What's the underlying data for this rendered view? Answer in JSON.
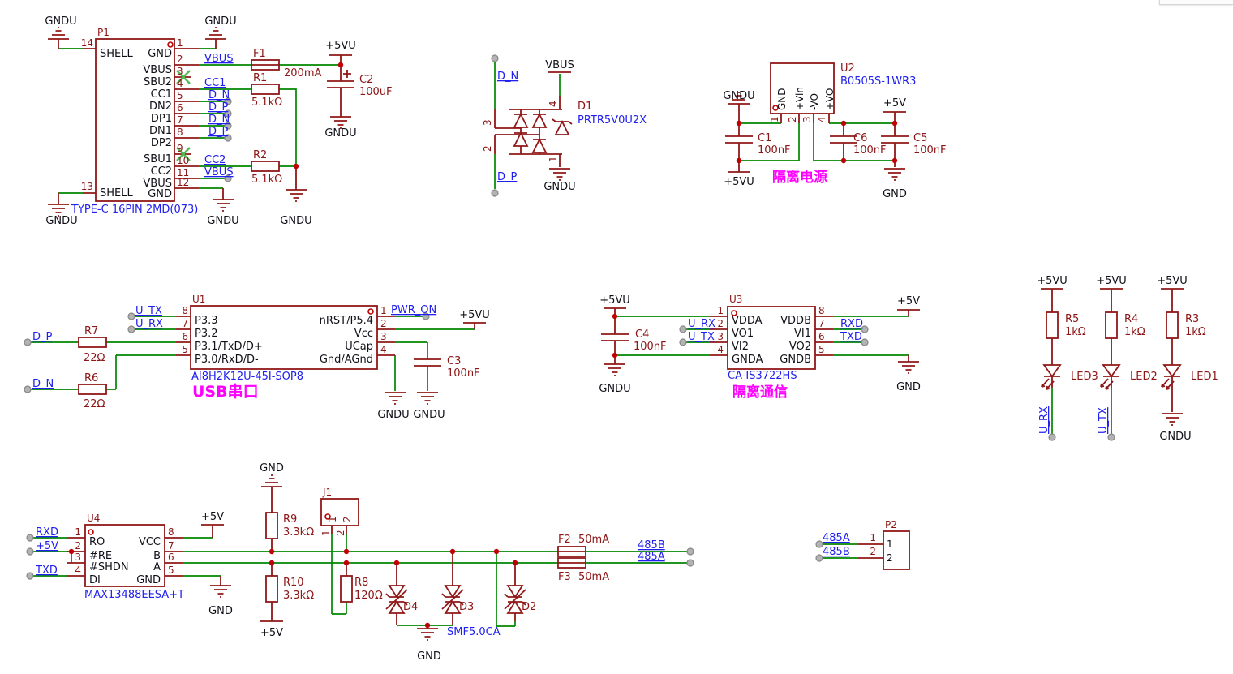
{
  "power": {
    "gndu": "GNDU",
    "gnd": "GND",
    "v5u": "+5VU",
    "v5": "+5V",
    "vbus": "VBUS"
  },
  "nets": {
    "vbus": "VBUS",
    "cc1": "CC1",
    "cc2": "CC2",
    "dn": "D_N",
    "dp": "D_P",
    "utx": "U_TX",
    "urx": "U_RX",
    "rxd": "RXD",
    "txd": "TXD",
    "pwron": "PWR_ON",
    "a485": "485A",
    "b485": "485B"
  },
  "p1": {
    "ref": "P1",
    "part": "TYPE-C 16PIN 2MD(073)",
    "shell": "SHELL",
    "n14": "14",
    "n13": "13",
    "pins": [
      {
        "n": "1",
        "name": "GND"
      },
      {
        "n": "2",
        "name": "VBUS"
      },
      {
        "n": "3",
        "name": "SBU2"
      },
      {
        "n": "4",
        "name": "CC1"
      },
      {
        "n": "5",
        "name": "DN2"
      },
      {
        "n": "6",
        "name": "DP1"
      },
      {
        "n": "7",
        "name": "DN1"
      },
      {
        "n": "8",
        "name": "DP2"
      },
      {
        "n": "9",
        "name": "SBU1"
      },
      {
        "n": "10",
        "name": "CC2"
      },
      {
        "n": "11",
        "name": "VBUS"
      },
      {
        "n": "12",
        "name": "GND"
      }
    ]
  },
  "f1": {
    "ref": "F1",
    "val": "200mA"
  },
  "f2": {
    "ref": "F2",
    "val": "50mA"
  },
  "f3": {
    "ref": "F3",
    "val": "50mA"
  },
  "r1": {
    "ref": "R1",
    "val": "5.1kΩ"
  },
  "r2": {
    "ref": "R2",
    "val": "5.1kΩ"
  },
  "r3": {
    "ref": "R3",
    "val": "1kΩ"
  },
  "r4": {
    "ref": "R4",
    "val": "1kΩ"
  },
  "r5": {
    "ref": "R5",
    "val": "1kΩ"
  },
  "r6": {
    "ref": "R6",
    "val": "22Ω"
  },
  "r7": {
    "ref": "R7",
    "val": "22Ω"
  },
  "r8": {
    "ref": "R8",
    "val": "120Ω"
  },
  "r9": {
    "ref": "R9",
    "val": "3.3kΩ"
  },
  "r10": {
    "ref": "R10",
    "val": "3.3kΩ"
  },
  "c1": {
    "ref": "C1",
    "val": "100nF"
  },
  "c2": {
    "ref": "C2",
    "val": "100uF"
  },
  "c3": {
    "ref": "C3",
    "val": "100nF"
  },
  "c4": {
    "ref": "C4",
    "val": "100nF"
  },
  "c5": {
    "ref": "C5",
    "val": "100nF"
  },
  "c6": {
    "ref": "C6",
    "val": "100nF"
  },
  "d1": {
    "ref": "D1",
    "part": "PRTR5V0U2X",
    "p1": "1",
    "p2": "2",
    "p3": "3",
    "p4": "4"
  },
  "tvs": {
    "d2": "D2",
    "d3": "D3",
    "d4": "D4",
    "part": "SMF5.0CA"
  },
  "u1": {
    "ref": "U1",
    "part": "AI8H2K12U-45I-SOP8",
    "caption": "USB串口",
    "left": [
      {
        "n": "8",
        "name": "P3.3"
      },
      {
        "n": "7",
        "name": "P3.2"
      },
      {
        "n": "6",
        "name": "P3.1/TxD/D+"
      },
      {
        "n": "5",
        "name": "P3.0/RxD/D-"
      }
    ],
    "right": [
      {
        "n": "1",
        "name": "nRST/P5.4"
      },
      {
        "n": "2",
        "name": "Vcc"
      },
      {
        "n": "3",
        "name": "UCap"
      },
      {
        "n": "4",
        "name": "Gnd/AGnd"
      }
    ]
  },
  "u2": {
    "ref": "U2",
    "part": "B0505S-1WR3",
    "caption": "隔离电源",
    "pins": [
      {
        "n": "1",
        "name": "GND"
      },
      {
        "n": "2",
        "name": "+Vin"
      },
      {
        "n": "3",
        "name": "-VO"
      },
      {
        "n": "4",
        "name": "+VO"
      }
    ]
  },
  "u3": {
    "ref": "U3",
    "part": "CA-IS3722HS",
    "caption": "隔离通信",
    "left": [
      {
        "n": "1",
        "name": "VDDA"
      },
      {
        "n": "2",
        "name": "VO1"
      },
      {
        "n": "3",
        "name": "VI2"
      },
      {
        "n": "4",
        "name": "GNDA"
      }
    ],
    "right": [
      {
        "n": "8",
        "name": "VDDB"
      },
      {
        "n": "7",
        "name": "VI1"
      },
      {
        "n": "6",
        "name": "VO2"
      },
      {
        "n": "5",
        "name": "GNDB"
      }
    ]
  },
  "u4": {
    "ref": "U4",
    "part": "MAX13488EESA+T",
    "left": [
      {
        "n": "1",
        "name": "RO"
      },
      {
        "n": "2",
        "name": "#RE"
      },
      {
        "n": "3",
        "name": "#SHDN"
      },
      {
        "n": "4",
        "name": "DI"
      }
    ],
    "right": [
      {
        "n": "8",
        "name": "VCC"
      },
      {
        "n": "7",
        "name": "B"
      },
      {
        "n": "6",
        "name": "A"
      },
      {
        "n": "5",
        "name": "GND"
      }
    ]
  },
  "leds": {
    "led1": "LED1",
    "led2": "LED2",
    "led3": "LED3"
  },
  "j1": {
    "ref": "J1",
    "p1": "1",
    "p2": "2"
  },
  "p2": {
    "ref": "P2",
    "p1": "1",
    "p2": "2"
  },
  "colors": {
    "wire": "#008600",
    "component": "#901818",
    "net_label": "#2020f0",
    "annotation": "#ff00ff",
    "junction": "#c00000",
    "no_connect": "#53b953",
    "port": "#b3b3b3"
  }
}
